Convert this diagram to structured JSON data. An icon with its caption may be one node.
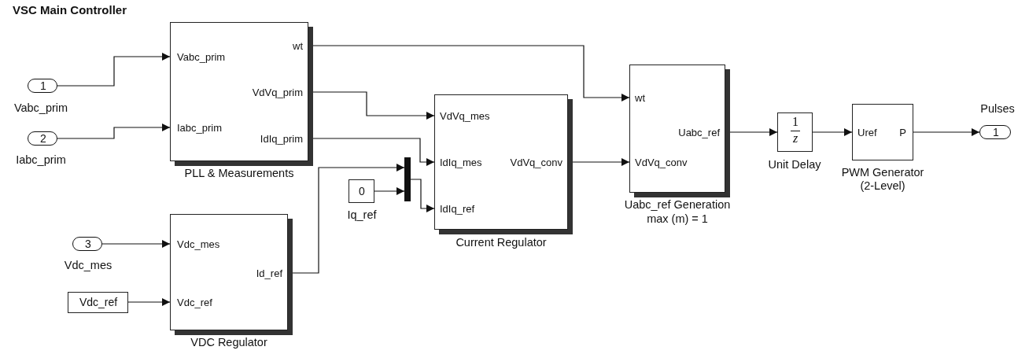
{
  "diagram": {
    "title": "VSC Main Controller",
    "nodes": [
      {
        "text": [
          "1"
        ],
        "beside": [
          "Vabc_prim"
        ]
      },
      {
        "text": [
          "2"
        ],
        "beside": [
          "Iabc_prim"
        ]
      },
      {
        "text": [
          "wt",
          "Vabc_prim",
          "VdVq_prim",
          "Iabc_prim",
          "IdIq_prim"
        ],
        "beside": [
          "PLL & Measurements"
        ]
      },
      {
        "text": [
          "3"
        ],
        "beside": [
          "Vdc_mes"
        ]
      },
      {
        "text": [
          "Vdc_ref"
        ]
      },
      {
        "text": [
          "Vdc_mes",
          "Id_ref",
          "Vdc_ref"
        ],
        "beside": [
          "VDC Regulator"
        ]
      },
      {
        "text": [
          "0"
        ],
        "beside": [
          "Iq_ref"
        ]
      },
      {
        "text": [],
        "shape": "bar"
      },
      {
        "text": [
          "VdVq_mes",
          "IdIq_mes",
          "VdVq_conv",
          "IdIq_ref"
        ],
        "beside": [
          "Current Regulator"
        ]
      },
      {
        "text": [
          "wt",
          "Uabc_ref",
          "VdVq_conv"
        ],
        "beside": [
          "Uabc_ref Generation",
          "max (m) = 1"
        ]
      },
      {
        "text": [
          "1",
          "z"
        ],
        "beside": [
          "Unit Delay"
        ]
      },
      {
        "text": [
          "Uref",
          "P"
        ],
        "beside": [
          "PWM Generator (2-Level)"
        ]
      },
      {
        "text": [
          "1"
        ],
        "beside": [
          "Pulses"
        ]
      }
    ],
    "edges": [
      {
        "from": 0,
        "to": 2,
        "arrow": "to"
      },
      {
        "from": 1,
        "to": 2,
        "arrow": "to"
      },
      {
        "from": 3,
        "to": 5,
        "arrow": "to"
      },
      {
        "from": 4,
        "to": 5,
        "arrow": "to"
      },
      {
        "from": 2,
        "to": 9,
        "arrow": "to"
      },
      {
        "from": 2,
        "to": 8,
        "arrow": "to"
      },
      {
        "from": 2,
        "to": 8,
        "arrow": "to"
      },
      {
        "from": 5,
        "to": 7,
        "arrow": "to"
      },
      {
        "from": 6,
        "to": 7,
        "arrow": "to"
      },
      {
        "from": 7,
        "to": 8,
        "arrow": "to"
      },
      {
        "from": 8,
        "to": 9,
        "arrow": "to"
      },
      {
        "from": 9,
        "to": 10,
        "arrow": "to"
      },
      {
        "from": 10,
        "to": 11,
        "arrow": "to"
      },
      {
        "from": 11,
        "to": 12,
        "arrow": "to"
      }
    ]
  }
}
